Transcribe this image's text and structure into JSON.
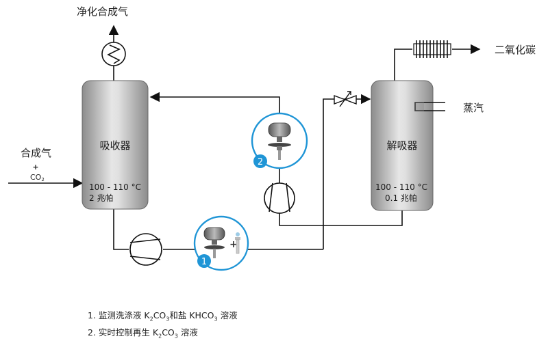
{
  "outputs": {
    "purified_syngas": "净化合成气",
    "co2": "二氧化碳",
    "steam": "蒸汽"
  },
  "feed": {
    "name": "合成气",
    "plus": "+",
    "co2_main": "CO",
    "co2_sub": "2"
  },
  "absorber": {
    "name": "吸收器",
    "temp": "100 - 110 °C",
    "pressure": "2 兆帕"
  },
  "desorber": {
    "name": "解吸器",
    "temp": "100 - 110 °C",
    "pressure": "0.1 兆帕"
  },
  "badges": {
    "one": "1",
    "two": "2"
  },
  "legend": {
    "line1": {
      "num": "1.",
      "a": "监测洗涤液 K",
      "a_sub": "2",
      "b": "CO",
      "b_sub": "3",
      "c": "和盐 KHCO",
      "c_sub": "3",
      "d": " 溶液"
    },
    "line2": {
      "num": "2.",
      "a": "实时控制再生 K",
      "a_sub": "2",
      "b": "CO",
      "b_sub": "3",
      "c": " 溶液"
    }
  },
  "colors": {
    "badge": "#1f95d6",
    "line": "#111111",
    "vessel_mid": "#e4e4e4",
    "vessel_edge": "#8a8a8a"
  }
}
